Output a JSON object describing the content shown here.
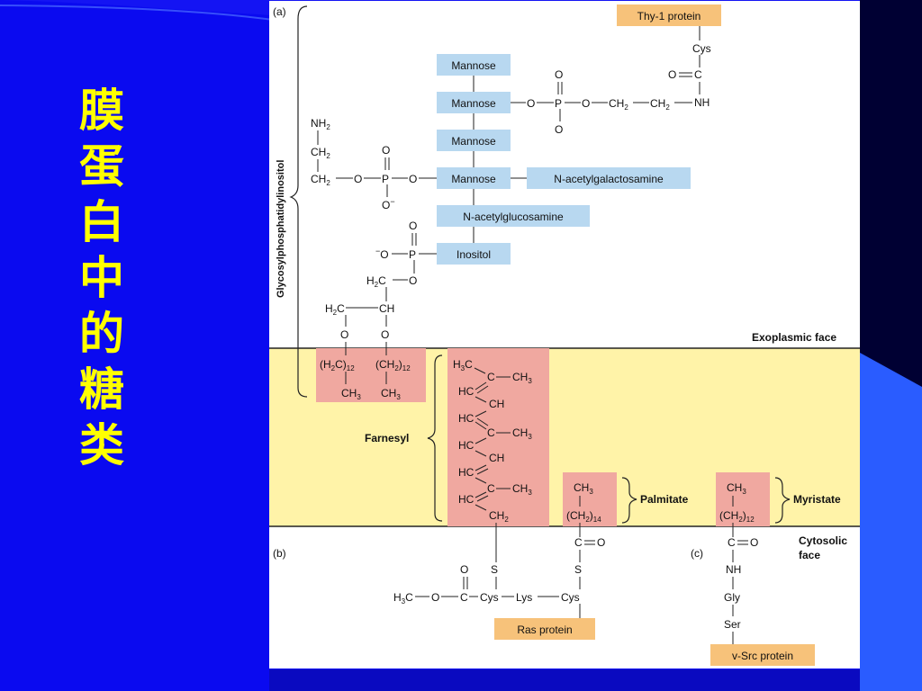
{
  "slide": {
    "title_chars": [
      "膜",
      "蛋",
      "白",
      "中",
      "的",
      "糖",
      "类"
    ]
  },
  "colors": {
    "background": "#0a0af0",
    "title": "#ffff00",
    "membrane": "#fff3a8",
    "lipid_box": "#f0a8a0",
    "sugar_box": "#b8d8f0",
    "protein_box": "#f7c27a"
  },
  "figure": {
    "panel_a": "(a)",
    "panel_b": "(b)",
    "panel_c": "(c)",
    "gpi_label": "Glycosylphosphatidylinositol",
    "exoplasmic": "Exoplasmic face",
    "cytosolic_1": "Cytosolic",
    "cytosolic_2": "face",
    "thy1": "Thy-1 protein",
    "cys": "Cys",
    "o": "O",
    "eq_o": "O",
    "nh": "NH",
    "p": "P",
    "o_minus": "O",
    "minus": "−",
    "ch2": "CH",
    "sub2": "2",
    "nh2": "NH",
    "mannose": "Mannose",
    "galnac": "N-acetylgalactosamine",
    "glcnac": "N-acetylglucosamine",
    "inositol": "Inositol",
    "h2c": "H",
    "ch": "CH",
    "ch3": "CH",
    "sub3": "3",
    "sub12": "12",
    "sub14": "14",
    "h3c": "H",
    "hc": "HC",
    "c": "C",
    "farnesyl": "Farnesyl",
    "palmitate": "Palmitate",
    "myristate": "Myristate",
    "s": "S",
    "lys": "Lys",
    "gly": "Gly",
    "ser": "Ser",
    "ras": "Ras protein",
    "vsrc": "v-Src protein"
  }
}
